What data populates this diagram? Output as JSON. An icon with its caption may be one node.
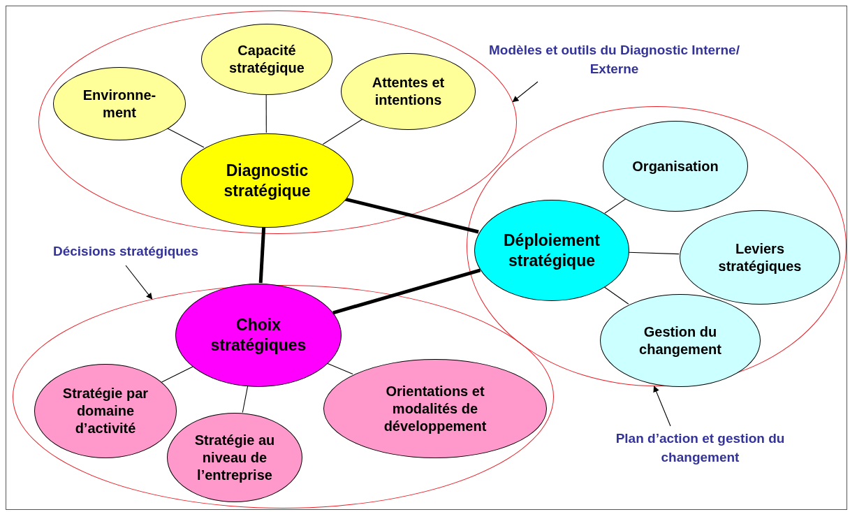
{
  "diagram": {
    "nodes": [
      {
        "text": [],
        "shape": "ellipse"
      },
      {
        "text": [
          "Environne- ment"
        ],
        "in": 0
      },
      {
        "text": [
          "Capacité stratégique"
        ],
        "in": 0
      },
      {
        "text": [
          "Attentes et intentions"
        ],
        "in": 0
      },
      {
        "text": [
          "Diagnostic stratégique"
        ],
        "in": 0
      },
      {
        "text": [],
        "shape": "ellipse"
      },
      {
        "text": [
          "Organisation"
        ],
        "in": 5
      },
      {
        "text": [
          "Déploiement stratégique"
        ],
        "in": 5
      },
      {
        "text": [
          "Leviers stratégiques"
        ],
        "in": 5
      },
      {
        "text": [
          "Gestion du changement"
        ],
        "in": 5
      },
      {
        "text": [],
        "shape": "ellipse"
      },
      {
        "text": [
          "Choix stratégiques"
        ],
        "in": 10
      },
      {
        "text": [
          "Stratégie par domaine d’activité"
        ],
        "in": 10
      },
      {
        "text": [
          "Stratégie au niveau de l’entreprise"
        ],
        "in": 10
      },
      {
        "text": [
          "Orientations et modalités de développement"
        ],
        "in": 10
      },
      {
        "text": [
          "Modèles et outils du Diagnostic Interne/ Externe"
        ]
      },
      {
        "text": [
          "Décisions stratégiques"
        ]
      },
      {
        "text": [
          "Plan d’action et gestion du changement"
        ]
      }
    ],
    "edges": [
      {
        "from": 4,
        "to": 1,
        "arrow": "none"
      },
      {
        "from": 4,
        "to": 2,
        "arrow": "none"
      },
      {
        "from": 4,
        "to": 3,
        "arrow": "none"
      },
      {
        "from": 4,
        "to": 7,
        "arrow": "none",
        "style": "thick"
      },
      {
        "from": 4,
        "to": 11,
        "arrow": "none",
        "style": "thick"
      },
      {
        "from": 11,
        "to": 7,
        "arrow": "none",
        "style": "thick"
      },
      {
        "from": 7,
        "to": 6,
        "arrow": "none"
      },
      {
        "from": 7,
        "to": 8,
        "arrow": "none"
      },
      {
        "from": 7,
        "to": 9,
        "arrow": "none"
      },
      {
        "from": 11,
        "to": 12,
        "arrow": "none"
      },
      {
        "from": 11,
        "to": 13,
        "arrow": "none"
      },
      {
        "from": 11,
        "to": 14,
        "arrow": "none"
      },
      {
        "from": 15,
        "to": 0,
        "arrow": "to"
      },
      {
        "from": 16,
        "to": 10,
        "arrow": "to"
      },
      {
        "from": 17,
        "to": 5,
        "arrow": "to"
      }
    ]
  }
}
